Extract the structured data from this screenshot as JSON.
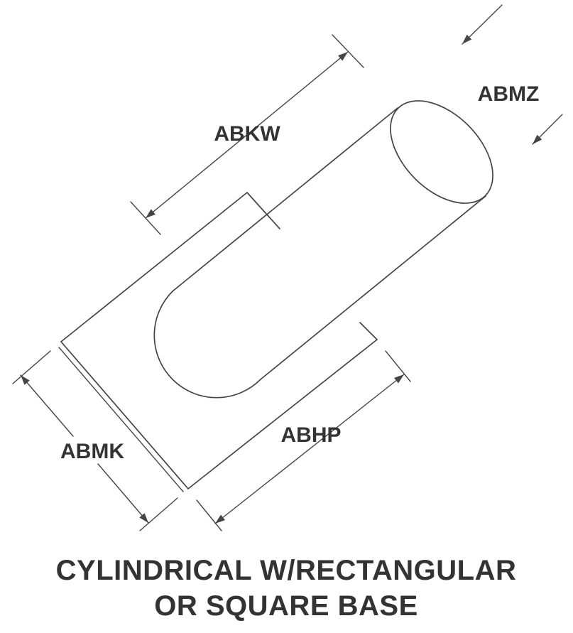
{
  "figure": {
    "type": "technical-line-drawing",
    "caption": {
      "line1": "CYLINDRICAL W/RECTANGULAR",
      "line2": "OR SQUARE BASE"
    },
    "dimension_labels": {
      "abkw": "ABKW",
      "abmz": "ABMZ",
      "abmk": "ABMK",
      "abhp": "ABHP"
    },
    "colors": {
      "line": "#454545",
      "text": "#333333",
      "background": "#ffffff"
    }
  }
}
